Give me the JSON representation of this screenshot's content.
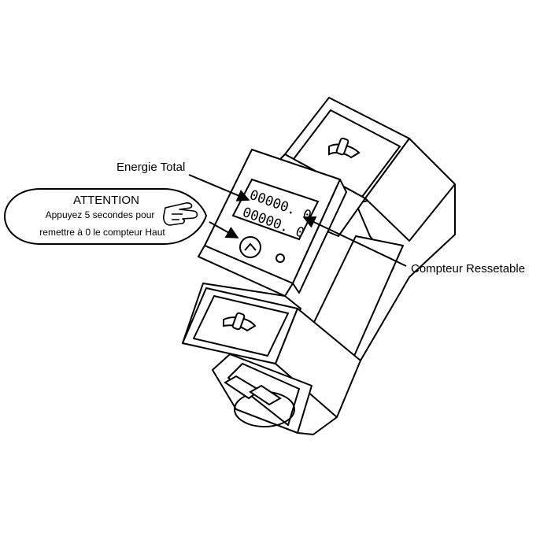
{
  "labels": {
    "energy_total": "Energie Total",
    "reset_counter": "Compteur Ressetable"
  },
  "attention_bubble": {
    "title": "ATTENTION",
    "line1": "Appuyez 5 secondes pour",
    "line2": "remettre à 0 le compteur Haut"
  },
  "meter_display": {
    "row1": "00000. 0",
    "row2": "00000. 0"
  },
  "icons": {
    "reset_button": "chevron-up-icon",
    "pointing_hand": "pointing-hand-icon",
    "indicator_led": "led-icon"
  }
}
